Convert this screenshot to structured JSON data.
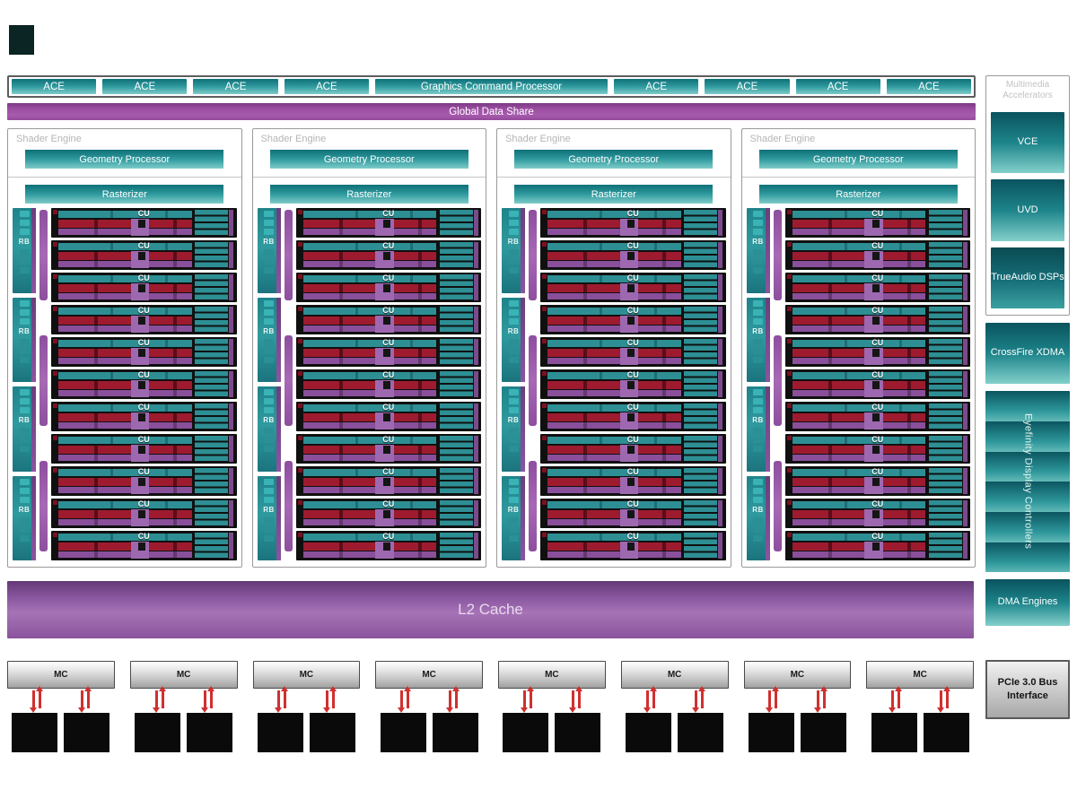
{
  "command_row": {
    "items": [
      {
        "label": "ACE",
        "wide": false
      },
      {
        "label": "ACE",
        "wide": false
      },
      {
        "label": "ACE",
        "wide": false
      },
      {
        "label": "ACE",
        "wide": false
      },
      {
        "label": "Graphics Command Processor",
        "wide": true
      },
      {
        "label": "ACE",
        "wide": false
      },
      {
        "label": "ACE",
        "wide": false
      },
      {
        "label": "ACE",
        "wide": false
      },
      {
        "label": "ACE",
        "wide": false
      }
    ]
  },
  "global_data_share": "Global Data Share",
  "shader_engine": {
    "label": "Shader Engine",
    "geometry_processor": "Geometry Processor",
    "rasterizer": "Rasterizer",
    "rb_label": "RB",
    "cu_label": "CU",
    "engine_count": 4,
    "cu_rows_per_engine": 11,
    "rb_blocks_per_engine": 4,
    "purple_bars_per_engine": 3
  },
  "l2_cache": "L2 Cache",
  "memory": {
    "mc_label": "MC",
    "mc_count": 8,
    "chips_per_mc": 2
  },
  "sidebar": {
    "multimedia": {
      "label": "Multimedia Accelerators",
      "blocks": [
        "VCE",
        "UVD",
        "TrueAudio DSPs"
      ]
    },
    "crossfire": "CrossFire XDMA",
    "eyefinity": "Eyefinity Display Controllers",
    "dma": "DMA Engines",
    "pcie": "PCIe 3.0 Bus Interface"
  },
  "colors": {
    "teal": "#1d848a",
    "teal_light": "#83d0cb",
    "purple": "#9c4fa2",
    "l2_purple": "#8a58a0",
    "red_arrow": "#d03030",
    "mc_gray": "#c2c2c2",
    "chip_black": "#0a0a0a",
    "label_gray": "#b5b5b5"
  }
}
